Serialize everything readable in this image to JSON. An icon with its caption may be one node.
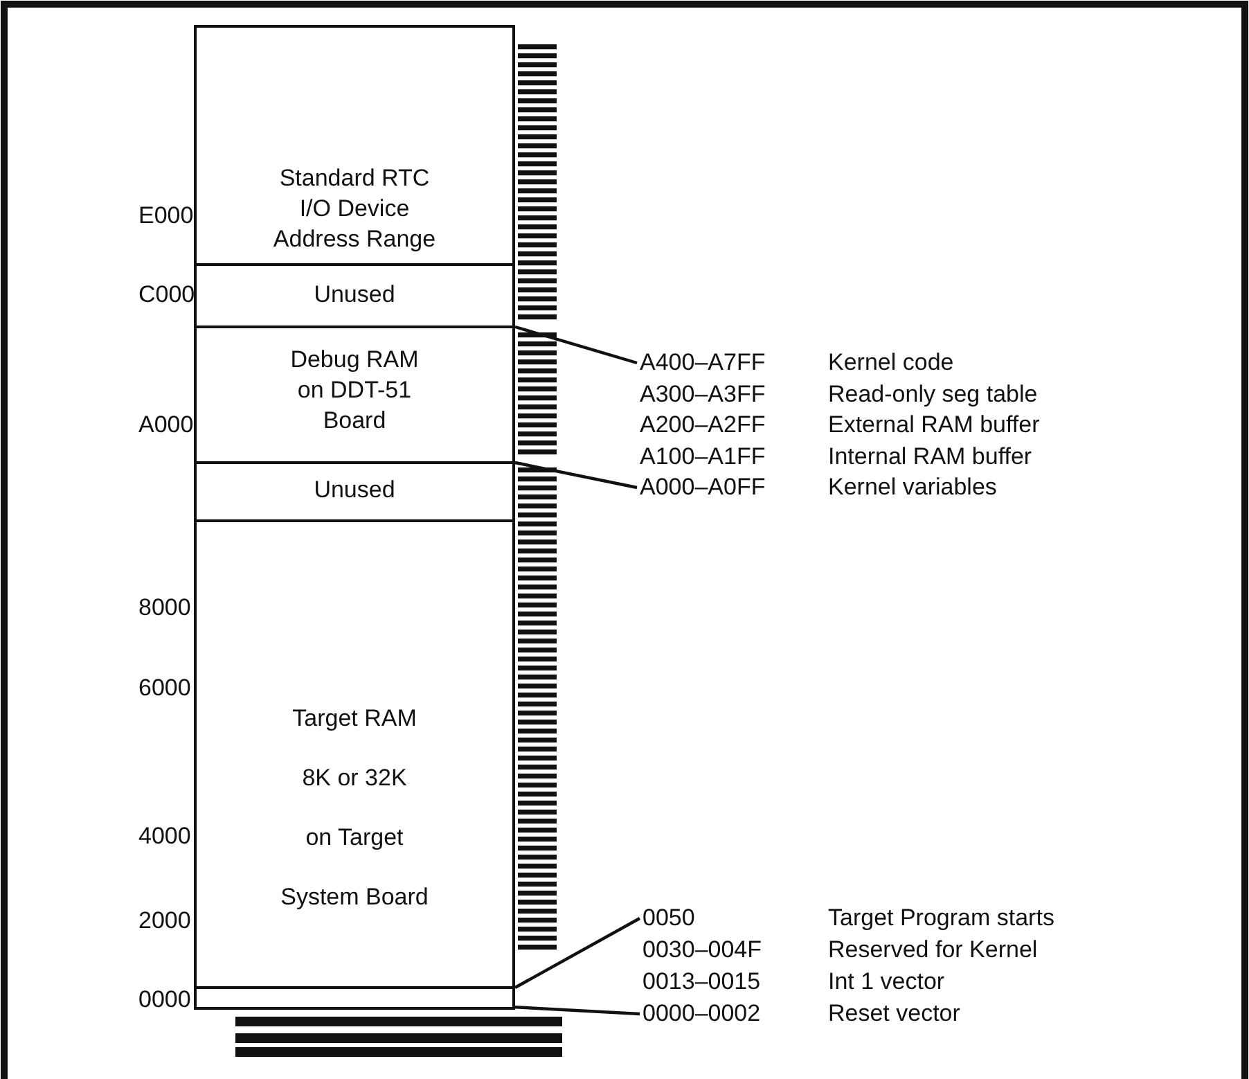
{
  "diagram": {
    "nodes": [
      {
        "text": [
          "Standard RTC I/O Device Address Range"
        ]
      },
      {
        "text": [
          "Unused"
        ]
      },
      {
        "text": [
          "Debug RAM on DDT-51 Board"
        ]
      },
      {
        "text": [
          "Unused"
        ]
      },
      {
        "text": [
          "Target RAM",
          "8K or 32K",
          "on Target",
          "System Board"
        ]
      },
      {
        "text": [],
        "shape": "box"
      },
      {
        "text": [
          "A400–A7FF"
        ]
      },
      {
        "text": [
          "A000–A0FF"
        ]
      },
      {
        "text": [
          "0050"
        ]
      },
      {
        "text": [
          "0000–0002"
        ]
      }
    ],
    "edges": [
      {
        "from": 6,
        "to": 2,
        "arrow": "none"
      },
      {
        "from": 7,
        "to": 3,
        "arrow": "none"
      },
      {
        "from": 8,
        "to": 5,
        "arrow": "none"
      },
      {
        "from": 9,
        "to": 5,
        "arrow": "none"
      }
    ],
    "labels": [
      "E000",
      "C000",
      "Kernel code",
      "A300–A3FF",
      "Read-only seg table",
      "A000",
      "A200–A2FF",
      "External RAM buffer",
      "A100–A1FF",
      "Internal RAM buffer",
      "Kernel variables",
      "8000",
      "6000",
      "4000",
      "2000",
      "Target Program starts",
      "0030–004F",
      "Reserved for Kernel",
      "0013–0015",
      "Int 1 vector",
      "0000",
      "Reset vector"
    ]
  }
}
